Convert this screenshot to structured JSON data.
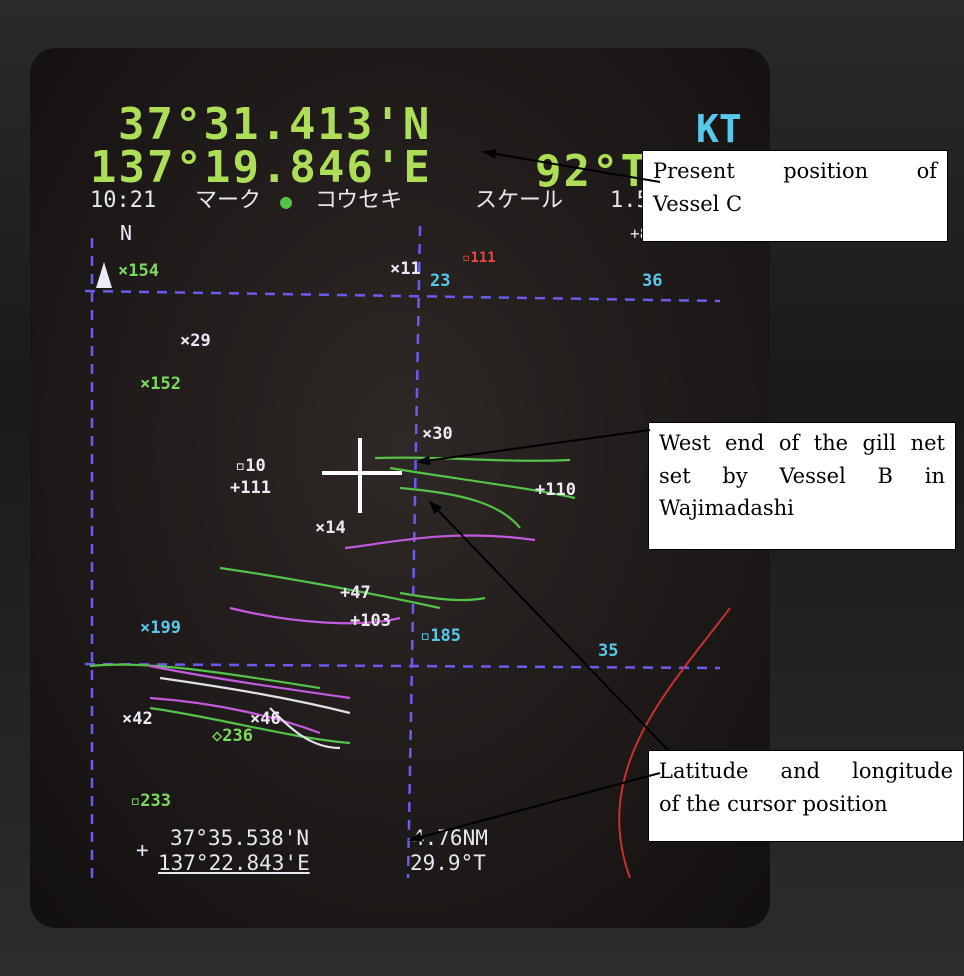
{
  "display": {
    "latitude": "37°31.413'N",
    "longitude": "137°19.846'E",
    "speed_unit": "KT",
    "heading": "92°T",
    "time": "10:21",
    "mark_label": "マーク",
    "track_label": "コウセキ",
    "scale_label": "スケール",
    "scale_value": "1.5",
    "offset_value": "+8",
    "north_label": "N",
    "grid_labels": {
      "top_mid": "23",
      "top_right": "36",
      "bottom_right": "35"
    }
  },
  "waypoints": [
    {
      "label": "154",
      "marker": "×"
    },
    {
      "label": "11",
      "marker": "×"
    },
    {
      "label": "111",
      "marker": "▫"
    },
    {
      "label": "29",
      "marker": "×"
    },
    {
      "label": "152",
      "marker": "×"
    },
    {
      "label": "30",
      "marker": "×"
    },
    {
      "label": "10",
      "marker": "▫"
    },
    {
      "label": "111",
      "marker": "+"
    },
    {
      "label": "110",
      "marker": "+"
    },
    {
      "label": "14",
      "marker": "×"
    },
    {
      "label": "47",
      "marker": "+"
    },
    {
      "label": "103",
      "marker": "+"
    },
    {
      "label": "185",
      "marker": "▫"
    },
    {
      "label": "199",
      "marker": "×"
    },
    {
      "label": "42",
      "marker": "×"
    },
    {
      "label": "46",
      "marker": "×"
    },
    {
      "label": "236",
      "marker": "◇"
    },
    {
      "label": "233",
      "marker": "▫"
    }
  ],
  "cursor": {
    "latitude": "37°35.538'N",
    "longitude": "137°22.843'E",
    "distance": "4.76NM",
    "bearing": "29.9°T"
  },
  "annotations": [
    {
      "lines": [
        "Present position of",
        "Vessel C"
      ]
    },
    {
      "lines": [
        "West end of the gill net",
        "set by Vessel B in",
        "Wajimadashi"
      ]
    },
    {
      "lines": [
        "Latitude and longitude",
        "of the cursor position"
      ]
    }
  ],
  "colors": {
    "position_text": "#aede57",
    "grid_lines": "#6a5cf0",
    "waypoint_white": "#ece8f4",
    "waypoint_green": "#7fd860",
    "waypoint_cyan": "#58c8ec",
    "waypoint_red": "#e84848",
    "track_green": "#56c24a",
    "track_magenta": "#c45ae0",
    "track_white": "#e0e0ea"
  }
}
